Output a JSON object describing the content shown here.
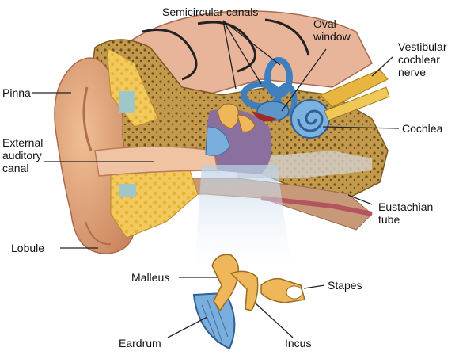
{
  "labels": {
    "semicircular_canals": "Semicircular canals",
    "oval_window": [
      "Oval",
      "window"
    ],
    "vestibular_cochlear_nerve": [
      "Vestibular",
      "cochlear",
      "nerve"
    ],
    "pinna": "Pinna",
    "cochlea": "Cochlea",
    "external_auditory_canal": [
      "External",
      "auditory",
      "canal"
    ],
    "eustachian_tube": [
      "Eustachian",
      "tube"
    ],
    "lobule": "Lobule",
    "malleus": "Malleus",
    "stapes": "Stapes",
    "eardrum": "Eardrum",
    "incus": "Incus"
  },
  "colors": {
    "skin": "#e0a67c",
    "skin_dark": "#b96f4e",
    "bone": "#c8a252",
    "bone_dark": "#9c7a34",
    "fat": "#f2c95a",
    "canal_blue": "#5d97c9",
    "inner_ear_blue": "#7ab3e0",
    "nerve_yellow": "#e8b640",
    "brain": "#e9b59a",
    "cavity_purple": "#8b6f9e",
    "leader_line": "#222222"
  }
}
